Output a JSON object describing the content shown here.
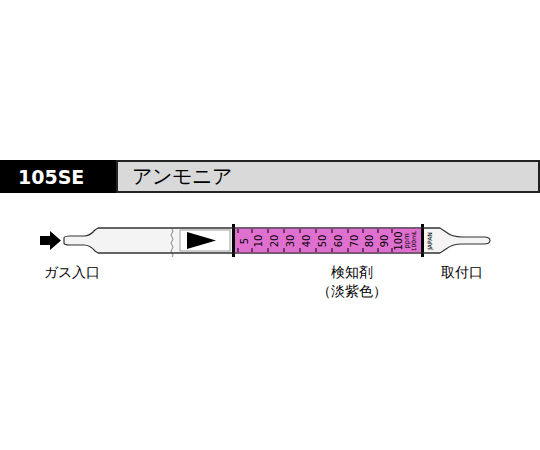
{
  "diagram": {
    "nodes": [
      {
        "text": [
          "105SE"
        ]
      },
      {
        "text": [
          "アンモニア"
        ]
      }
    ],
    "labels": [
      "5",
      "10",
      "20",
      "30",
      "40",
      "50",
      "60",
      "70",
      "80",
      "90",
      "100",
      "ppm",
      "100mL",
      "JAPAN",
      "ガス入口",
      "検知剤",
      "（淡紫色）",
      "取付口"
    ]
  }
}
